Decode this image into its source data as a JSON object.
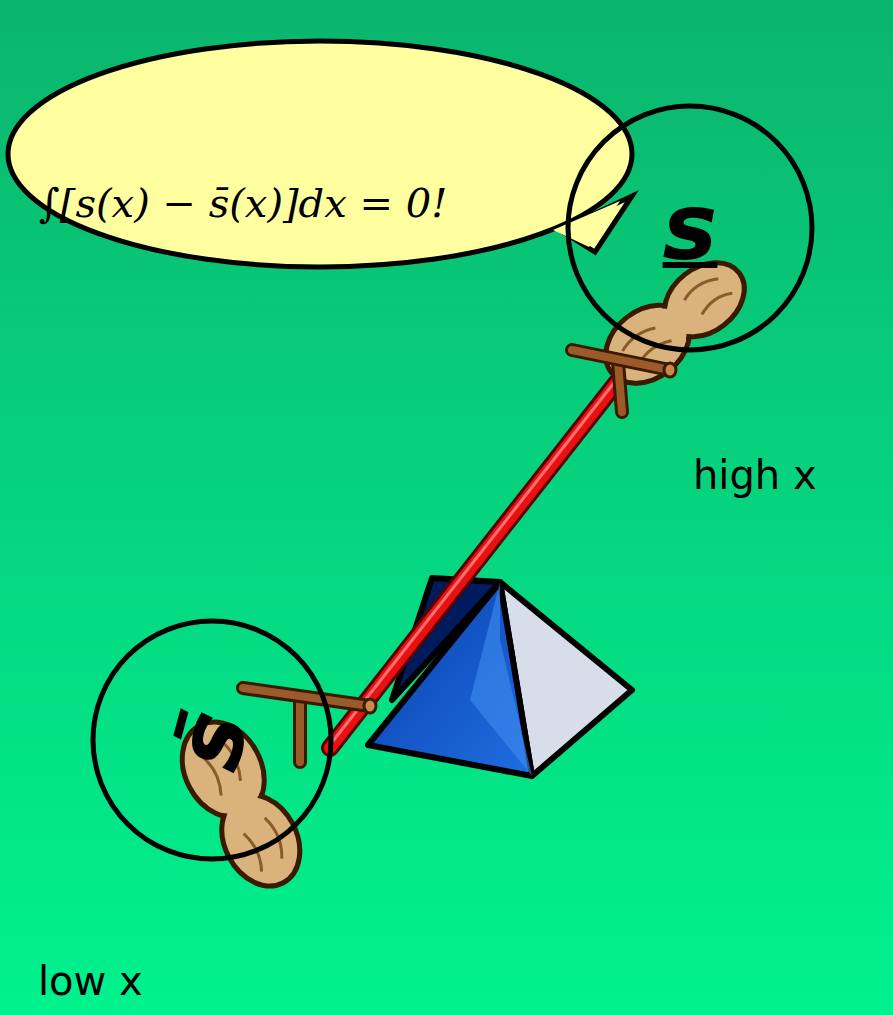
{
  "diagram": {
    "nodes": [
      {
        "text": [
          "∫[s(x) − s̄(x)]dx = 0!"
        ]
      },
      {
        "text": [
          "s"
        ]
      },
      {
        "text": [
          "s̄"
        ]
      }
    ],
    "labels": [
      "high x",
      "low x"
    ]
  }
}
